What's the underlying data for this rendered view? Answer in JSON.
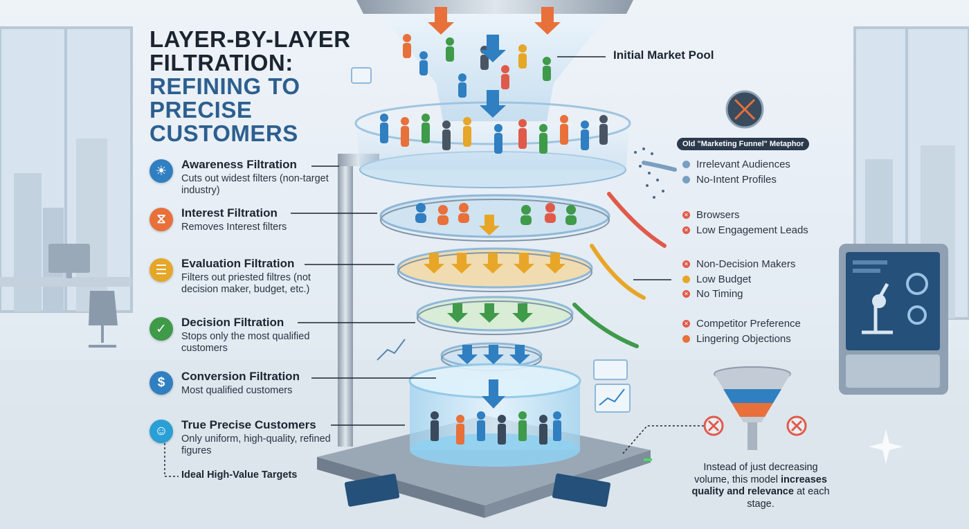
{
  "title": {
    "line1": "LAYER-BY-LAYER FILTRATION:",
    "line2": "REFINING TO PRECISE CUSTOMERS"
  },
  "stages": [
    {
      "title": "Awareness Filtration",
      "desc": "Cuts out widest filters (non-target industry)",
      "icon": "lightbulb-icon",
      "color": "#2f7fc1"
    },
    {
      "title": "Interest Filtration",
      "desc": "Removes Interest filters",
      "icon": "filter-icon",
      "color": "#e8703a"
    },
    {
      "title": "Evaluation Filtration",
      "desc": "Filters out priested filtres (not decision maker, budget, etc.)",
      "icon": "checklist-icon",
      "color": "#e6a628"
    },
    {
      "title": "Decision Filtration",
      "desc": "Stops only the most qualified customers",
      "icon": "checkmark-icon",
      "color": "#3f9a4a"
    },
    {
      "title": "Conversion Filtration",
      "desc": "Most qualified customers",
      "icon": "dollar-icon",
      "color": "#2f7fc1"
    },
    {
      "title": "True Precise Customers",
      "desc": "Only uniform, high-quality, refined figures",
      "icon": "person-icon",
      "color": "#2a9fd6"
    }
  ],
  "ideal_label": "Ideal High-Value Targets",
  "pool_label": "Initial Market Pool",
  "metaphor_label": "Old \"Marketing Funnel\" Metaphor",
  "rejects": [
    {
      "items": [
        {
          "text": "Irrelevant Audiences",
          "mark": "dot"
        },
        {
          "text": "No-Intent Profiles",
          "mark": "dot"
        }
      ]
    },
    {
      "items": [
        {
          "text": "Browsers",
          "mark": "x"
        },
        {
          "text": "Low Engagement Leads",
          "mark": "x"
        }
      ]
    },
    {
      "items": [
        {
          "text": "Non-Decision Makers",
          "mark": "x"
        },
        {
          "text": "Low Budget",
          "mark": "dot-orange"
        },
        {
          "text": "No Timing",
          "mark": "x"
        }
      ]
    },
    {
      "items": [
        {
          "text": "Competitor Preference",
          "mark": "x"
        },
        {
          "text": "Lingering Objections",
          "mark": "dot-orange"
        }
      ]
    }
  ],
  "conclusion": {
    "part1": "Instead of just decreasing volume, this model ",
    "bold1": "increases quality and relevance",
    "part2": " at each stage."
  },
  "colors": {
    "blue": "#2f7fc1",
    "orange": "#e8703a",
    "yellow": "#e6a628",
    "green": "#3f9a4a",
    "reject_red": "#e05a4a",
    "dark": "#1c2430"
  }
}
